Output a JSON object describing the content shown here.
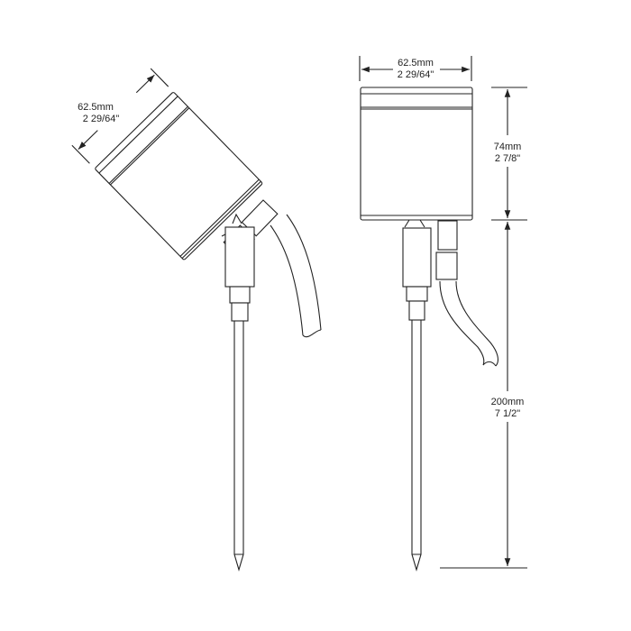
{
  "left_view": {
    "width_mm": "62.5mm",
    "width_in": "2 29/64\""
  },
  "right_view": {
    "width_mm": "62.5mm",
    "width_in": "2 29/64\"",
    "head_height_mm": "74mm",
    "head_height_in": "2 7/8\"",
    "stake_length_mm": "200mm",
    "stake_length_in": "7 1/2\""
  },
  "colors": {
    "line": "#222222",
    "background": "#ffffff"
  }
}
